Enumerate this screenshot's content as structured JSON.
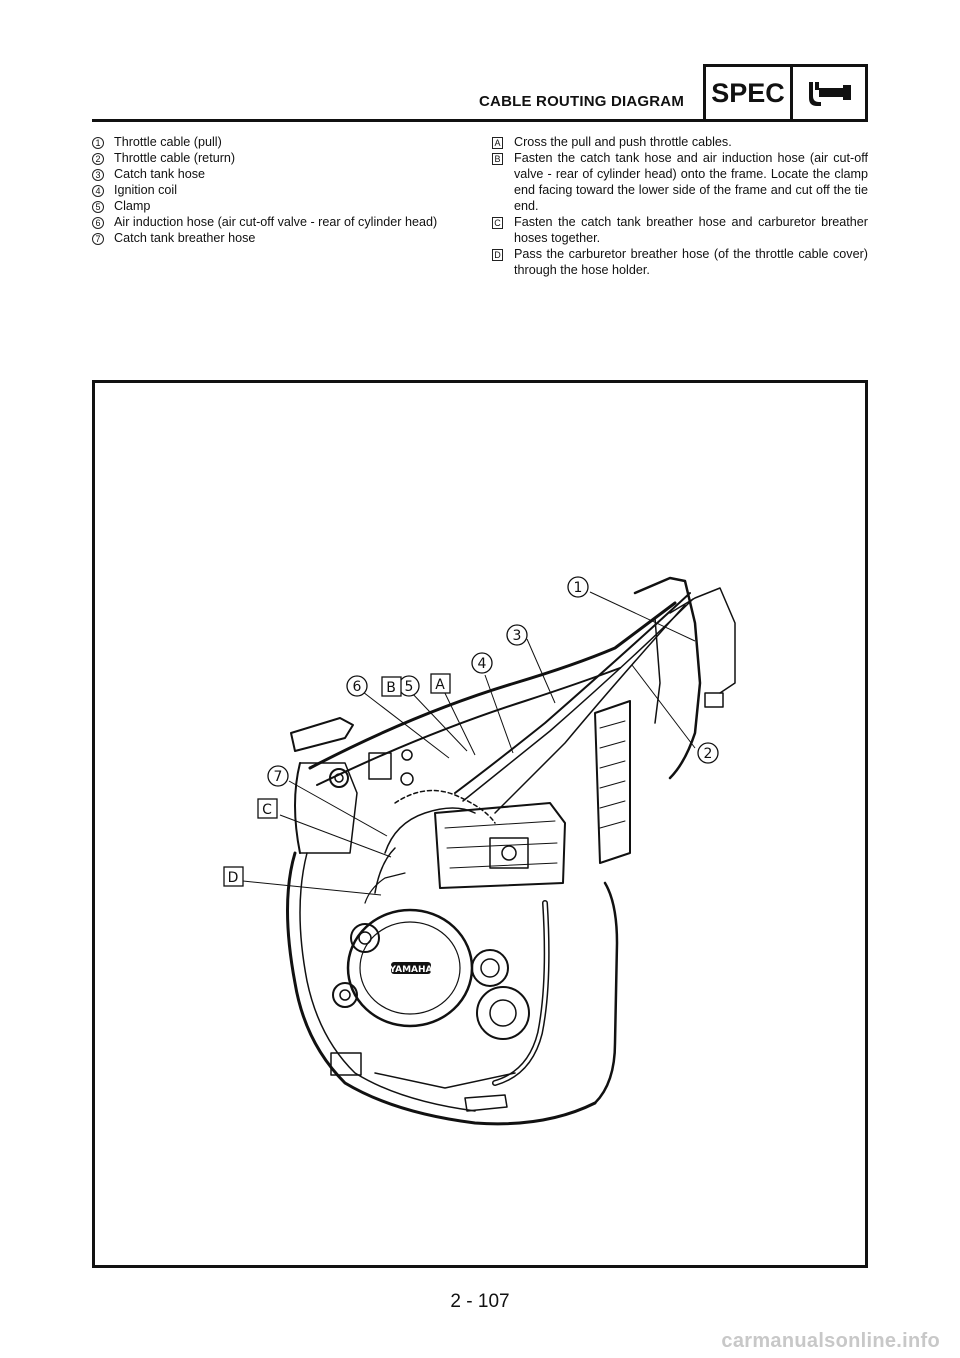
{
  "header": {
    "title": "CABLE ROUTING DIAGRAM",
    "badge": "SPEC",
    "badge_icon": "wrench-icon"
  },
  "legend_numbers": [
    {
      "mark": "1",
      "text": "Throttle cable (pull)"
    },
    {
      "mark": "2",
      "text": "Throttle cable (return)"
    },
    {
      "mark": "3",
      "text": "Catch tank hose"
    },
    {
      "mark": "4",
      "text": "Ignition coil"
    },
    {
      "mark": "5",
      "text": "Clamp"
    },
    {
      "mark": "6",
      "text": "Air induction hose (air cut-off valve - rear of cylinder head)"
    },
    {
      "mark": "7",
      "text": "Catch tank breather hose"
    }
  ],
  "legend_letters": [
    {
      "mark": "A",
      "text": "Cross the pull and push throttle cables."
    },
    {
      "mark": "B",
      "text": "Fasten the catch tank hose and air induction hose (air cut-off valve - rear of cylinder head) onto the frame. Locate the clamp end facing toward the lower side of the frame and cut off the tie end."
    },
    {
      "mark": "C",
      "text": "Fasten the catch tank breather hose and carburetor breather hoses together."
    },
    {
      "mark": "D",
      "text": "Pass the carburetor breather hose (of the throttle cable cover) through the hose holder."
    }
  ],
  "diagram": {
    "callouts": [
      "1",
      "2",
      "3",
      "4",
      "5",
      "6",
      "7",
      "A",
      "B",
      "C",
      "D"
    ],
    "engine_label": "YAMAHA"
  },
  "footer": {
    "page_number": "2 - 107",
    "watermark": "carmanualsonline.info"
  }
}
